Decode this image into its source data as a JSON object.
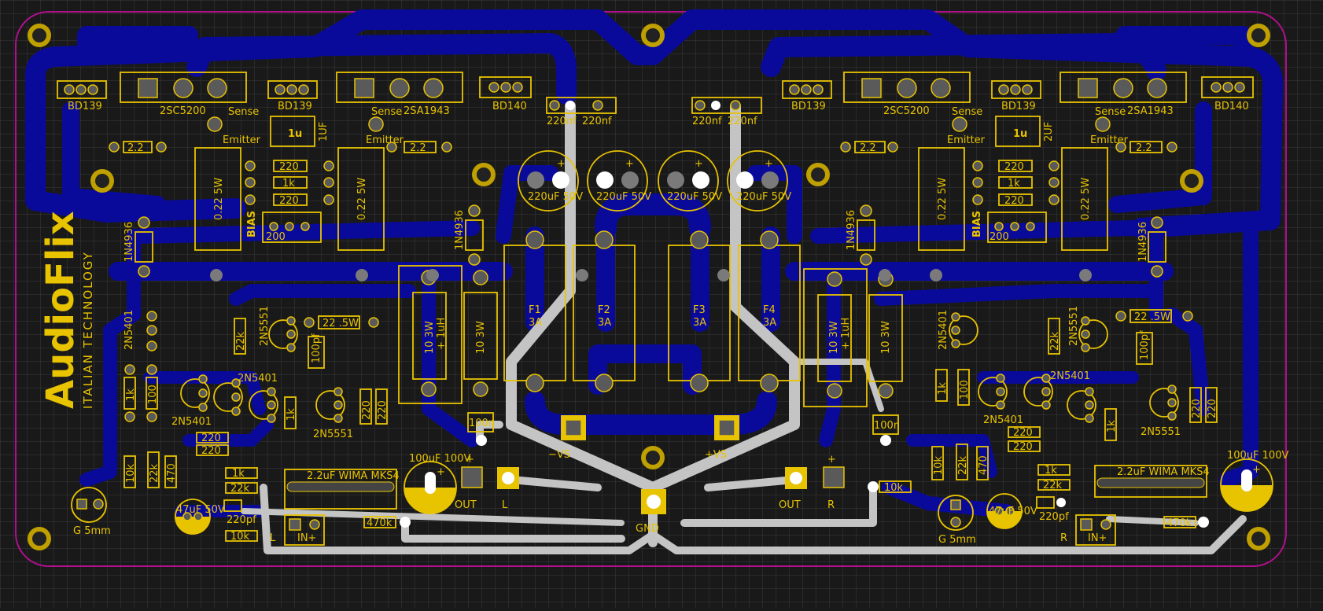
{
  "brand": {
    "name": "AudioFlix",
    "tagline": "ITALIAN TECHNOLOGY"
  },
  "colors": {
    "board_bg": "#191919",
    "copper": "#0a0a9a",
    "silk": "#e8c300",
    "top_trace": "#c4c4c4",
    "outline": "#b0108c"
  },
  "labels": {
    "bd139": "BD139",
    "bd140": "BD140",
    "q2sc5200": "2SC5200",
    "q2sa1943": "2SA1943",
    "sense": "Sense",
    "emitter": "Emitter",
    "r22": "2.2",
    "c220nf": "220nf",
    "c220uf": "220uF 50V",
    "r022": "0.22 5W",
    "r220": "220",
    "r1k": "1k",
    "c1u": "1u",
    "c1uf": "1UF",
    "c2uf": "2UF",
    "bias": "BIAS",
    "r200": "200",
    "d1n4936": "1N4936",
    "f1": "F1",
    "f2": "F2",
    "f3": "F3",
    "f4": "F4",
    "f3a": "3A",
    "r10w": "10 3W",
    "l1uh": "+ 1uH",
    "r10_3w": "10 3W",
    "c100n": "100n",
    "t2n5401": "2N5401",
    "t2n5551": "2N5551",
    "r22k": "22k",
    "r225w": "22 .5W",
    "c100pf": "100pf",
    "r100": "100",
    "r10k": "10k",
    "r470": "470",
    "c22wima": "2.2uF WIMA MKS4",
    "c220pf": "220pf",
    "r470k": "470k",
    "c47uf": "47uF 50V",
    "c100uf": "100uF 100V",
    "led": "G 5mm",
    "minus_vs": "−VS",
    "plus_vs": "+VS",
    "gnd": "GND",
    "out": "OUT",
    "ch_l": "L",
    "ch_r": "R",
    "in_plus": "IN+",
    "plus": "+"
  }
}
